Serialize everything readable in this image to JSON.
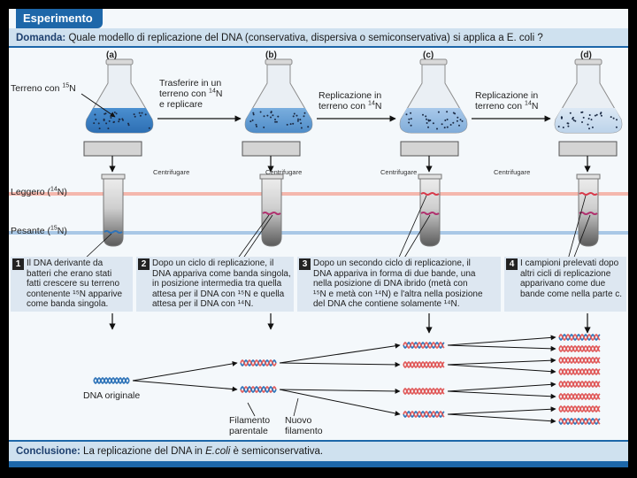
{
  "header": {
    "tab_label": "Esperimento",
    "question_label": "Domanda:",
    "question_text": "Quale modello di replicazione del DNA (conservativa, dispersiva o semiconservativa) si applica a E. coli ?"
  },
  "panels": [
    {
      "id": "(a)"
    },
    {
      "id": "(b)"
    },
    {
      "id": "(c)"
    },
    {
      "id": "(d)"
    }
  ],
  "labels": {
    "medium_prefix": "Terreno con ",
    "isotope_15": "15",
    "isotope_14": "14",
    "element": "N",
    "transfer_line1": "Trasferire in un",
    "transfer_line2_prefix": "terreno con ",
    "transfer_line3": "e replicare",
    "replication_line1": "Replicazione in",
    "replication_line2_prefix": "terreno con ",
    "centrifuge": "Centrifugare",
    "light_prefix": "Leggero (",
    "heavy_prefix": "Pesante (",
    "close_paren": ")",
    "dna_original": "DNA originale",
    "parental_strand_1": "Filamento",
    "parental_strand_2": "parentale",
    "new_strand_1": "Nuovo",
    "new_strand_2": "filamento"
  },
  "steps": [
    {
      "num": "1",
      "lines": [
        "Il DNA derivante da",
        "batteri che erano stati",
        "fatti crescere su terreno",
        "contenente ¹⁵N apparive",
        "come banda singola."
      ]
    },
    {
      "num": "2",
      "lines": [
        "Dopo un ciclo di replicazione, il",
        "DNA appariva come banda singola,",
        "in posizione intermedia tra quella",
        "attesa per il DNA con ¹⁵N e quella",
        "attesa per il DNA con ¹⁴N."
      ]
    },
    {
      "num": "3",
      "lines": [
        "Dopo un secondo ciclo di replicazione, il",
        "DNA appariva in forma di due bande, una",
        "nella posizione di DNA ibrido (metà con",
        "¹⁵N e metà con ¹⁴N) e l'altra nella posizione",
        "del DNA che contiene solamente ¹⁴N."
      ]
    },
    {
      "num": "4",
      "lines": [
        "I campioni prelevati dopo",
        "altri cicli di replicazione",
        "apparivano come due",
        "bande come nella parte c."
      ]
    }
  ],
  "conclusion": {
    "label": "Conclusione:",
    "text_before": "La replicazione del DNA in ",
    "organism": "E.coli",
    "text_after": " è semiconservativa."
  },
  "colors": {
    "accent": "#1d67a9",
    "heavy_dna": "#2e73b8",
    "light_dna": "#e05a5a",
    "light_band": "#f4b7ad",
    "heavy_band": "#a9c8e6"
  }
}
